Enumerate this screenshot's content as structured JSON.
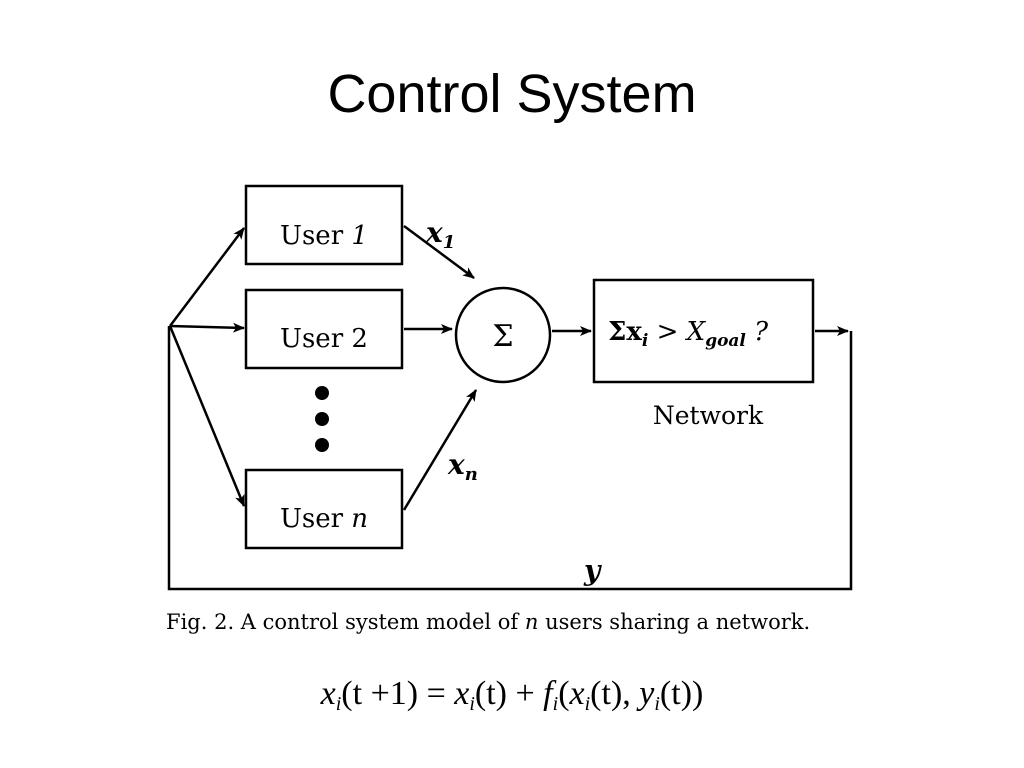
{
  "title": "Control System",
  "diagram": {
    "users": [
      {
        "label": "User",
        "index": "1"
      },
      {
        "label": "User",
        "index": "2"
      },
      {
        "label": "User",
        "index": "n"
      }
    ],
    "signals": {
      "x1_base": "x",
      "x1_sub": "1",
      "xn_base": "x",
      "xn_sub": "n",
      "y": "y"
    },
    "sum_symbol": "Σ",
    "network": {
      "condition_sigma": "Σx",
      "condition_i": "i",
      "condition_gt": " > X",
      "condition_goal": "goal",
      "condition_q": " ?",
      "label": "Network"
    }
  },
  "caption": {
    "prefix": "Fig. 2. A control system model of ",
    "var": "n",
    "suffix": " users sharing a network."
  },
  "equation": {
    "x": "x",
    "i": "i",
    "t": "t",
    "f": "f",
    "y": "y",
    "lhs_args": "(t +1) = ",
    "mid_args": "(t) + ",
    "rhs_open": "(",
    "rhs_t1": "(t), ",
    "rhs_t2": "(t))"
  }
}
